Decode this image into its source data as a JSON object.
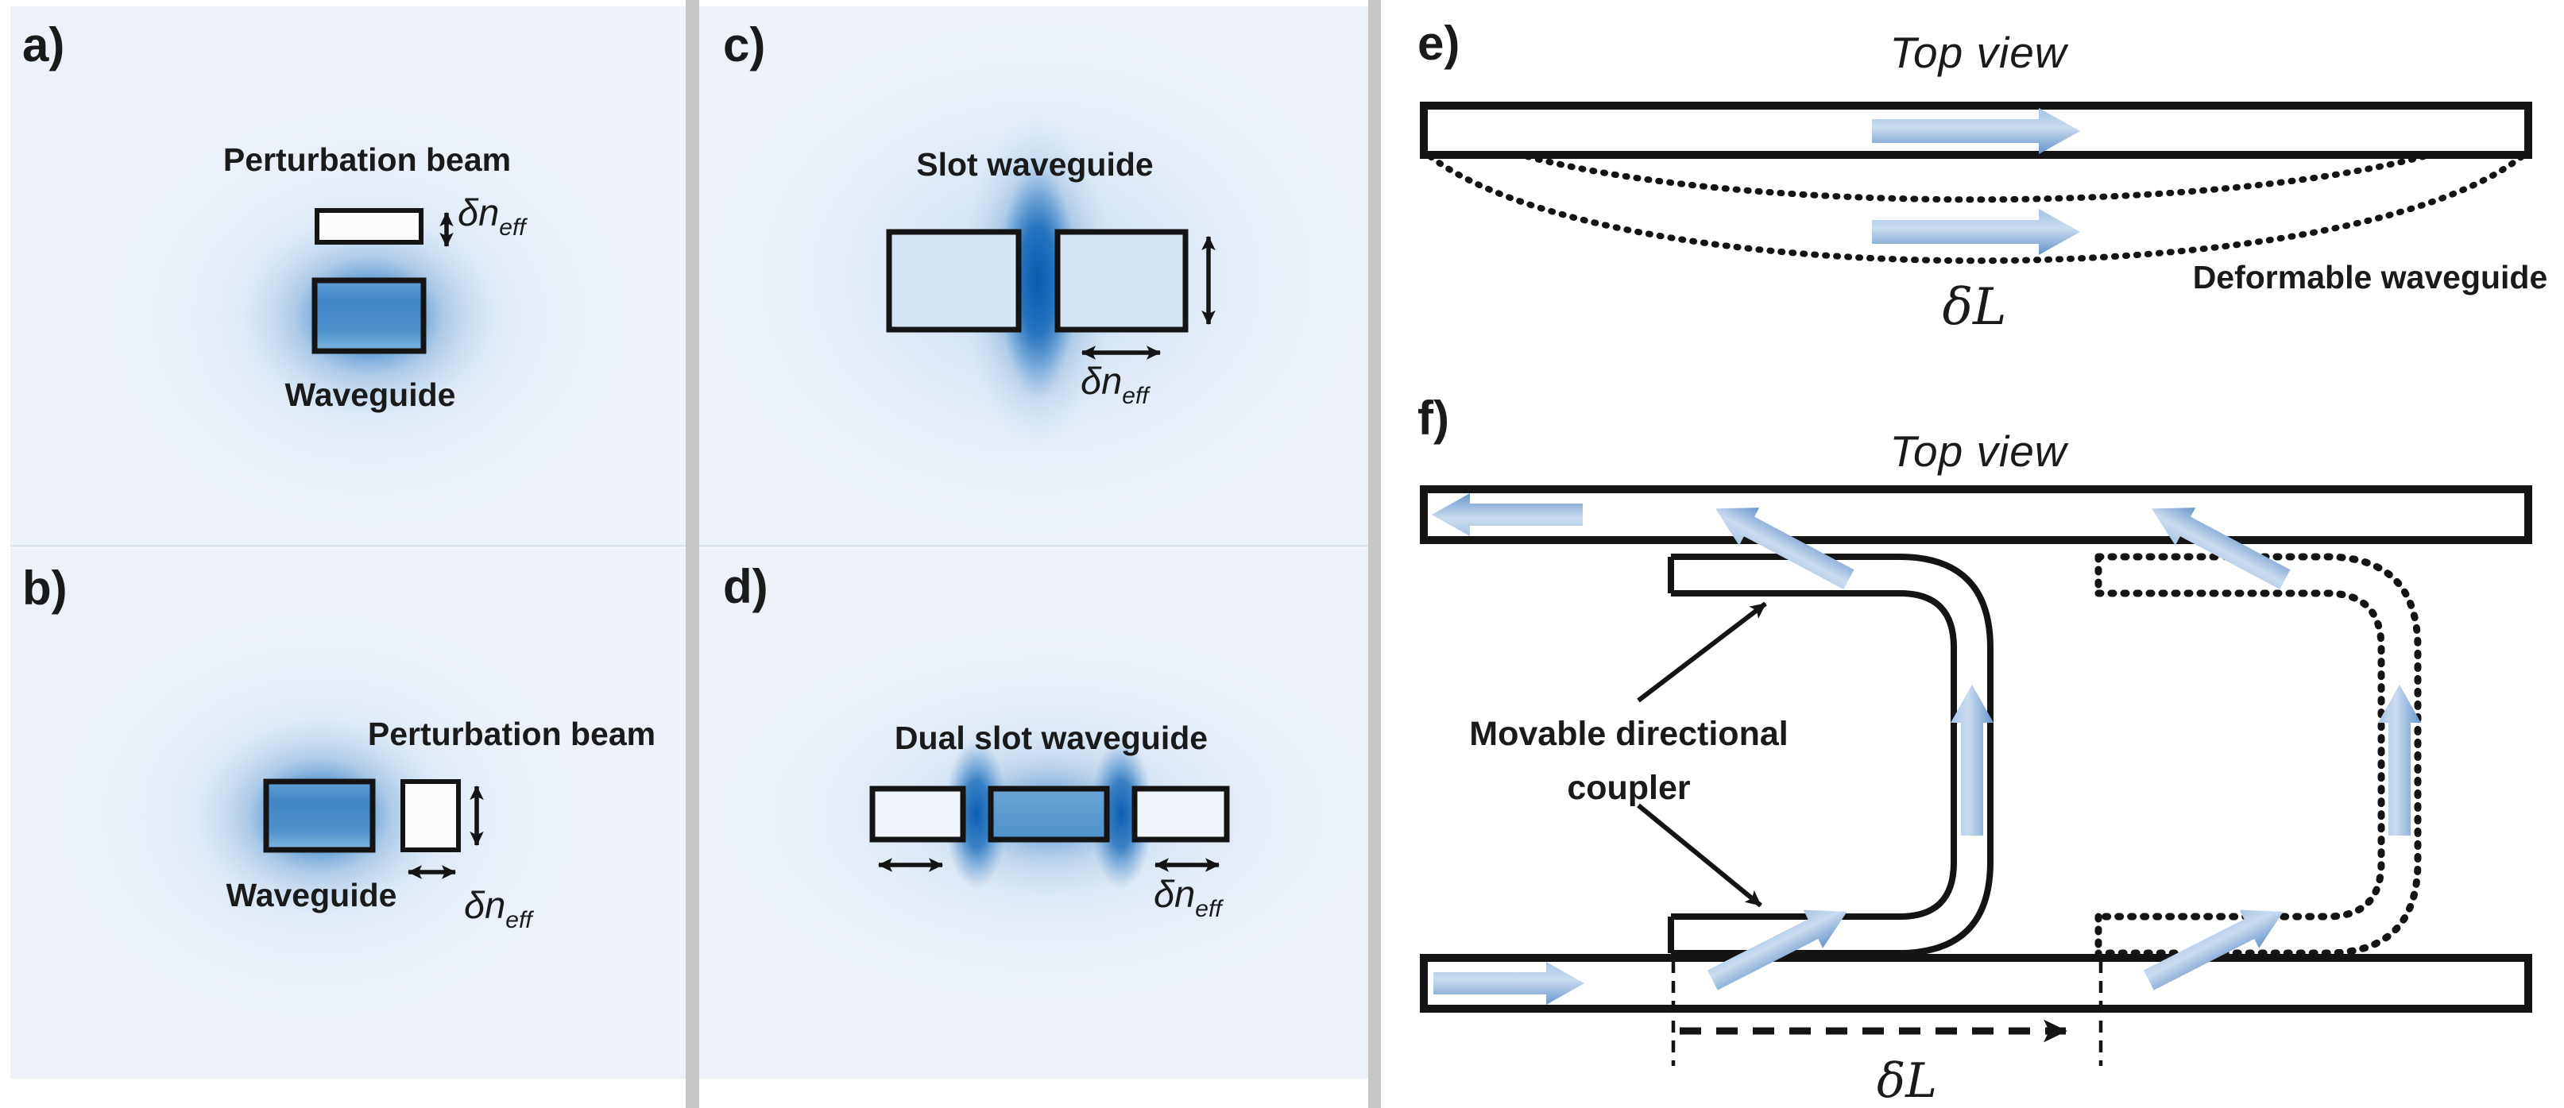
{
  "panels": {
    "a": {
      "letter": "a)",
      "perturbation_label": "Perturbation beam",
      "waveguide_label": "Waveguide",
      "delta_n": "δn",
      "delta_n_sub": "eff"
    },
    "b": {
      "letter": "b)",
      "perturbation_label": "Perturbation beam",
      "waveguide_label": "Waveguide",
      "delta_n": "δn",
      "delta_n_sub": "eff"
    },
    "c": {
      "letter": "c)",
      "title": "Slot waveguide",
      "delta_n": "δn",
      "delta_n_sub": "eff"
    },
    "d": {
      "letter": "d)",
      "title": "Dual slot waveguide",
      "delta_n": "δn",
      "delta_n_sub": "eff"
    },
    "e": {
      "letter": "e)",
      "title": "Top view",
      "deformable_label": "Deformable waveguide",
      "delta_l": "δL"
    },
    "f": {
      "letter": "f)",
      "title": "Top view",
      "coupler_label_line1": "Movable directional",
      "coupler_label_line2": "coupler",
      "delta_l": "δL"
    }
  },
  "colors": {
    "flow_arrow_blue": "#6f9ccf",
    "waveguide_core_blue": "#4186c5",
    "field_glow_blue": "#1a6cba",
    "tile_background": "#edf2f9",
    "panel_ef_background": "#ffffff",
    "divider_gray": "#c6c6c6",
    "ink": "#1a1a1a"
  },
  "icons": {
    "flow-arrow-icon": "thick blue block arrow (light propagation)",
    "double-arrow-icon": "thin black double-headed arrow (displacement δn_eff)",
    "pointer-arrow-icon": "thin black annotation arrow",
    "dashed-arrow-icon": "dashed black arrow (displacement δL)"
  }
}
